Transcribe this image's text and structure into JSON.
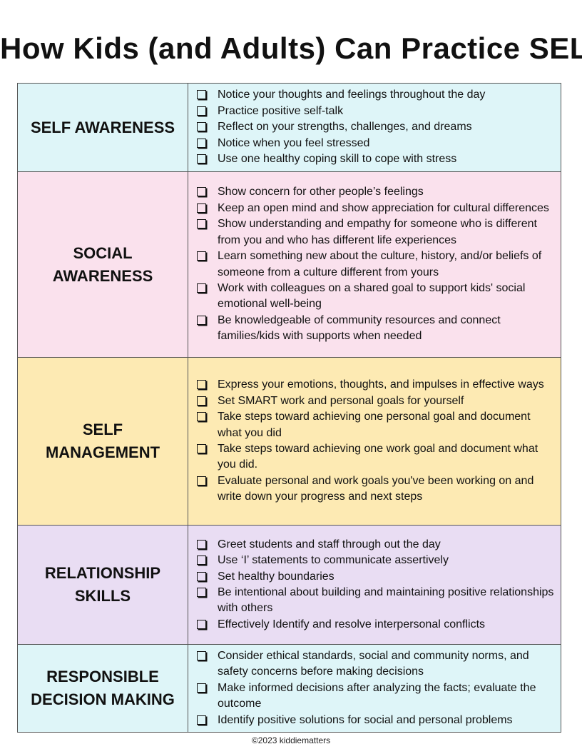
{
  "title": "How Kids (and Adults) Can Practice SEL",
  "colors": {
    "self_awareness": "#def5f8",
    "social_awareness": "#fae1ed",
    "self_management": "#fdeab3",
    "relationship_skills": "#e9ddf3",
    "responsible_decision_making": "#def5f8"
  },
  "sections": [
    {
      "category": "SELF AWARENESS",
      "items": [
        "Notice your thoughts and feelings throughout the day",
        "Practice positive self-talk",
        "Reflect on your strengths, challenges, and dreams",
        "Notice when you feel stressed",
        "Use one healthy coping skill to cope with stress"
      ]
    },
    {
      "category": "SOCIAL AWARENESS",
      "items": [
        "Show concern for other people’s feelings",
        "Keep an open mind and show appreciation for cultural differences",
        "Show understanding and empathy for someone who is different from you and who has different life experiences",
        "Learn something new about the culture, history, and/or beliefs of someone from a culture different from yours",
        "Work with colleagues on a shared goal to support kids' social emotional well-being",
        "Be knowledgeable of community resources and connect families/kids with supports when needed"
      ]
    },
    {
      "category": "SELF MANAGEMENT",
      "items": [
        "Express your emotions, thoughts, and impulses in effective ways",
        "Set SMART work and personal goals for yourself",
        "Take steps toward achieving one personal goal and document what you did",
        "Take steps toward achieving one work goal and document what you did.",
        "Evaluate personal and work goals you've been working on and write down your progress and next steps"
      ]
    },
    {
      "category": "RELATIONSHIP SKILLS",
      "items": [
        "Greet students and staff through out the day",
        "Use ‘I’ statements to communicate assertively",
        "Set healthy boundaries",
        "Be intentional about building and maintaining positive relationships with others",
        "Effectively Identify and resolve interpersonal conflicts"
      ]
    },
    {
      "category": "RESPONSIBLE DECISION MAKING",
      "items": [
        "Consider ethical standards, social and community norms, and safety concerns before making decisions",
        "Make informed decisions after analyzing the facts; evaluate the outcome",
        "Identify positive solutions for social and personal problems"
      ]
    }
  ],
  "footer": "©2023 kiddiematters"
}
